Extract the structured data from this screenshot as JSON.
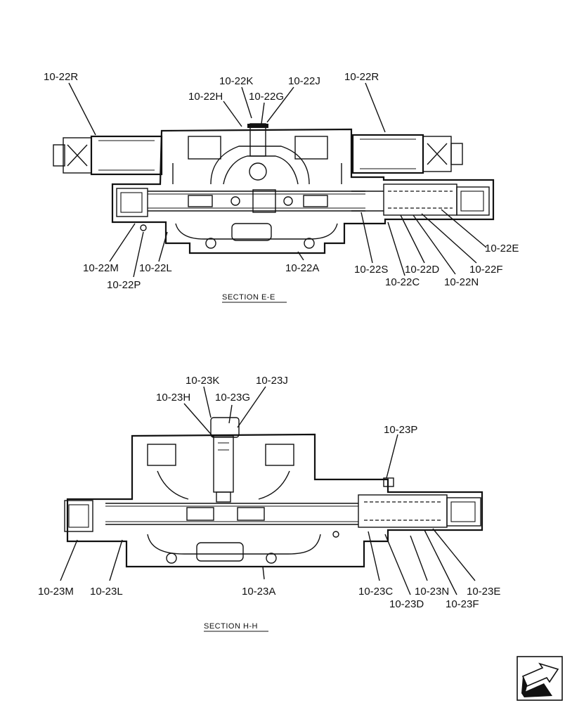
{
  "sections": [
    {
      "caption": "SECTION E-E",
      "labels": [
        "10-22R",
        "10-22K",
        "10-22J",
        "10-22R",
        "10-22H",
        "10-22G",
        "10-22E",
        "10-22M",
        "10-22L",
        "10-22A",
        "10-22S",
        "10-22D",
        "10-22F",
        "10-22P",
        "10-22C",
        "10-22N"
      ]
    },
    {
      "caption": "SECTION H-H",
      "labels": [
        "10-23K",
        "10-23J",
        "10-23H",
        "10-23G",
        "10-23P",
        "10-23M",
        "10-23L",
        "10-23A",
        "10-23C",
        "10-23N",
        "10-23E",
        "10-23D",
        "10-23F"
      ]
    }
  ],
  "nav_icon": "next-page-arrow-icon"
}
